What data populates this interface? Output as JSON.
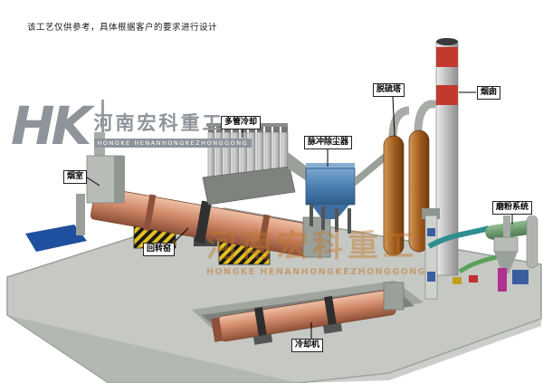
{
  "page": {
    "disclaimer": "该工艺仅供参考，具体根据客户的要求进行设计"
  },
  "logo": {
    "monogram": "HK",
    "company": "河南宏科重工",
    "caption": "HONGKE HENANHONGKEZHONGGONG"
  },
  "watermark": {
    "company": "河南宏科重工",
    "caption": "HONGKE HENANHONGKEZHONGGONG"
  },
  "labels": {
    "smoke_chamber": "烟室",
    "multi_tube_cooler": "多管冷却",
    "pulse_dust_collector": "脉冲除尘器",
    "desulfurization_tower": "脱硫塔",
    "chimney": "烟囱",
    "grinding_system": "磨粉系统",
    "rotary_kiln": "回转窑",
    "cooling_machine": "冷却机"
  },
  "colors": {
    "kiln": "#d28a6a",
    "chimney_red": "#c23a2e",
    "dust_collector": "#4c7fb2",
    "tower": "#a05a1c",
    "platform": "#c6c8c4",
    "watermark": "#c87628",
    "blue_pad": "#1f4f9f"
  }
}
